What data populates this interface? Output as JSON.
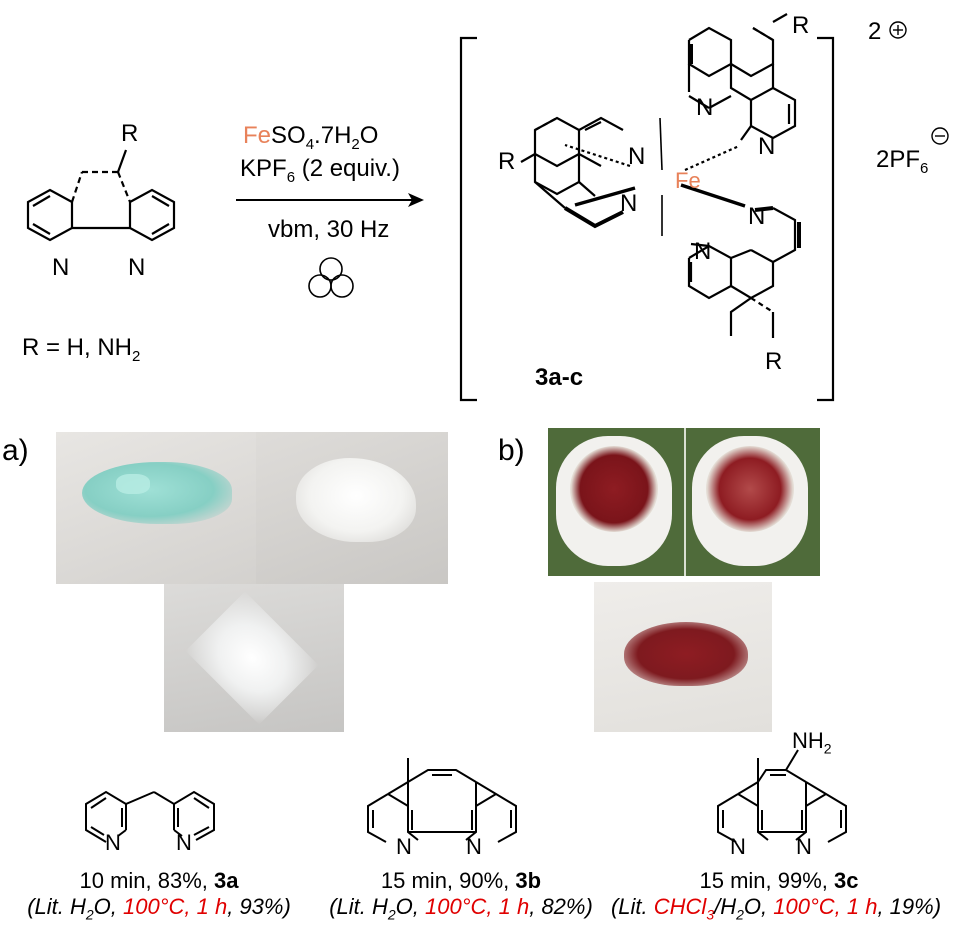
{
  "scheme": {
    "ligand_substituent": "R",
    "ligand_condition": "R = H, NH",
    "ligand_condition_sub": "2",
    "reagent_metal": "Fe",
    "reagent_line1_rest": "SO",
    "reagent_line1_sub1": "4",
    "reagent_line1_rest2": ".7H",
    "reagent_line1_sub2": "2",
    "reagent_line1_rest3": "O",
    "reagent_line2_pre": "KPF",
    "reagent_line2_sub": "6",
    "reagent_line2_post": " (2 equiv.)",
    "conditions": "vbm, 30 Hz",
    "complex_charge": "2",
    "counterion": "2PF",
    "counterion_sub": "6",
    "complex_label": "3a-c",
    "metal_center": "Fe",
    "atom_N": "N"
  },
  "panels": {
    "a_label": "a)",
    "b_label": "b)"
  },
  "products": [
    {
      "line1_pre": "10 min, 83%, ",
      "line1_bold": "3a",
      "lit_open": "(Lit. ",
      "lit_solvent": "H",
      "lit_solvent_sub": "2",
      "lit_solvent_post": "O, ",
      "lit_red": "100°C, 1 h",
      "lit_close": ", 93%)"
    },
    {
      "line1_pre": "15 min, 90%, ",
      "line1_bold": "3b",
      "lit_open": "(Lit. ",
      "lit_solvent": "H",
      "lit_solvent_sub": "2",
      "lit_solvent_post": "O, ",
      "lit_red": "100°C, 1 h",
      "lit_close": ", 82%)"
    },
    {
      "line1_pre": "15 min, 99%, ",
      "line1_bold": "3c",
      "lit_open": "(Lit. ",
      "lit_red_solvent": "CHCl",
      "lit_red_solvent_sub": "3",
      "lit_solvent2": "/H",
      "lit_solvent2_sub": "2",
      "lit_solvent2_post": "O, ",
      "lit_red": "100°C, 1 h",
      "lit_close": ", 19%)",
      "substituent": "NH",
      "substituent_sub": "2"
    }
  ],
  "colors": {
    "fe_orange": "#e8825a",
    "lit_red": "#e00000",
    "crystal_blue": "#8fd3c9",
    "red_powder": "#8e1c22",
    "vial_green": "#4f6b3a"
  }
}
